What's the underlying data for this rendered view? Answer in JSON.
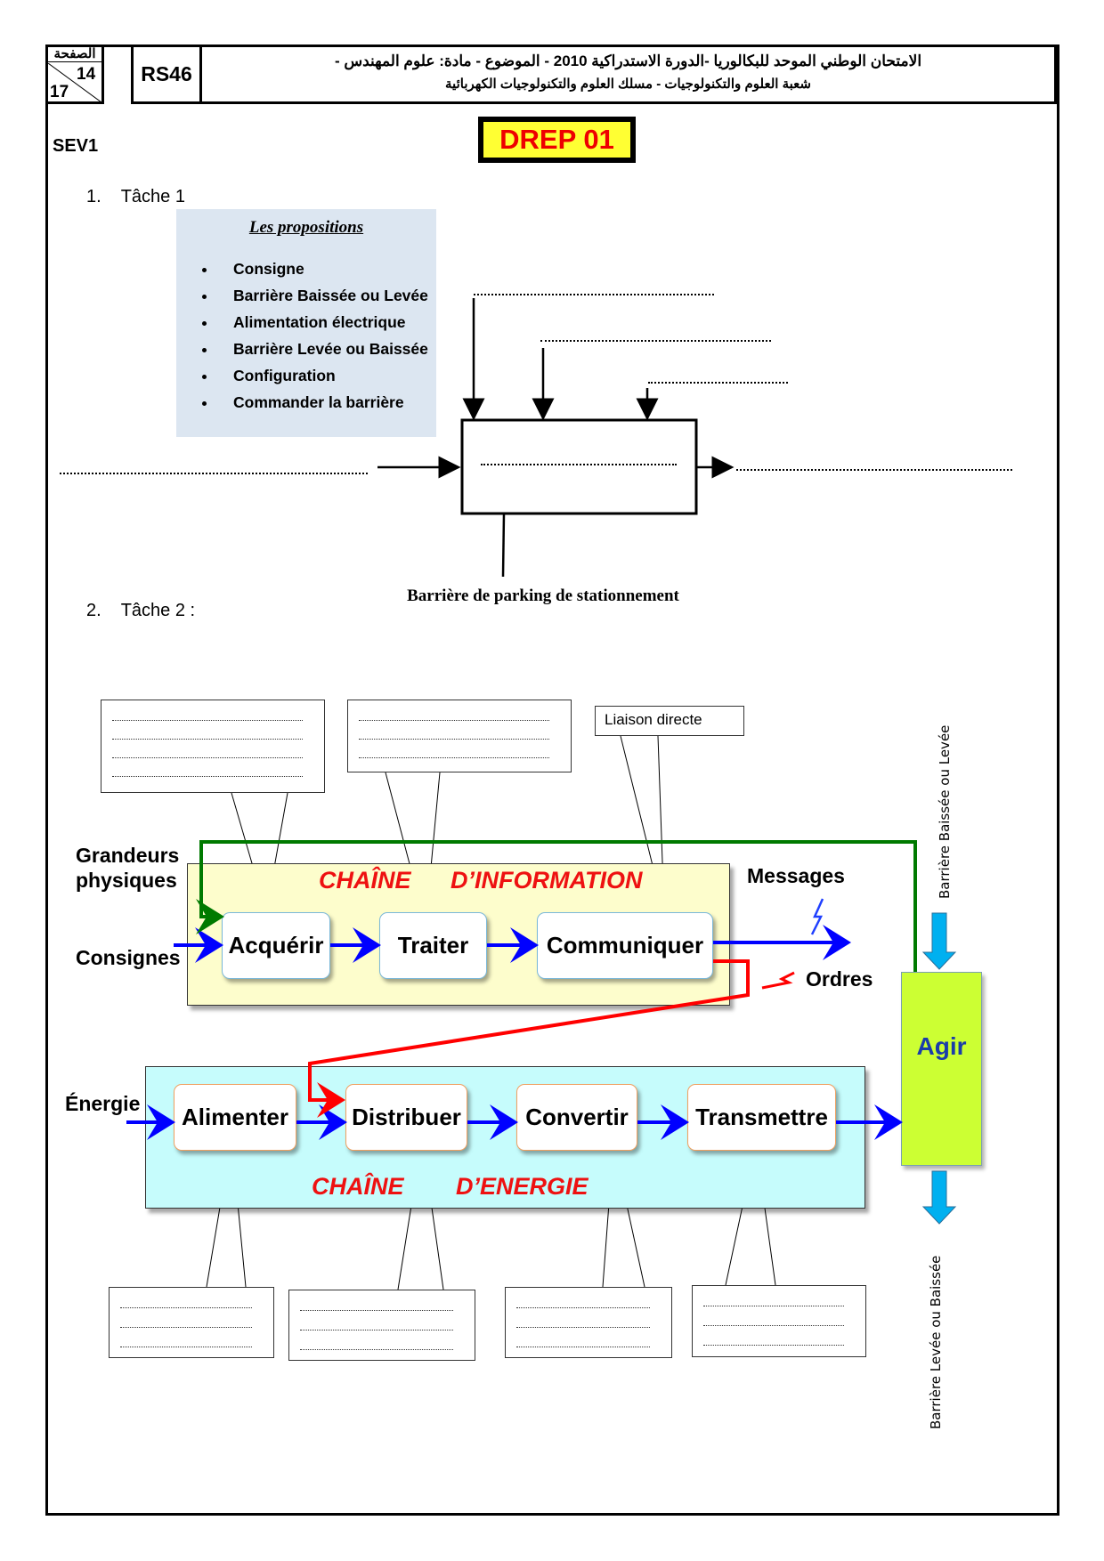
{
  "header": {
    "page_label": "الصفحة",
    "page_number": "14",
    "page_total": "17",
    "code": "RS46",
    "title_line1": "الامتحان الوطني الموحد للبكالوريا -الدورة الاستدراكية 2010 - الموضوع - مادة: علوم المهندس -",
    "title_line2": "شعبة العلوم والتكنولوجيات - مسلك العلوم والتكنولوجيات الكهربائية",
    "session": "SEV1",
    "doc_ref": "DREP 01"
  },
  "task1": {
    "number": "1.",
    "title": "Tâche 1",
    "propositions_title": "Les propositions",
    "propositions": [
      "Consigne",
      "Barrière  Baissée ou Levée",
      "Alimentation électrique",
      "Barrière Levée ou Baissée",
      "Configuration",
      "Commander la barrière"
    ],
    "system_label": "Barrière de parking de stationnement"
  },
  "task2": {
    "number": "2.",
    "title": "Tâche 2 :",
    "liaison": "Liaison directe",
    "inputs": {
      "grandeurs": "Grandeurs physiques",
      "consignes": "Consignes",
      "energie": "Énergie"
    },
    "info_chain": {
      "title_a": "CHAÎNE",
      "title_b": "D’INFORMATION",
      "functions": [
        "Acquérir",
        "Traiter",
        "Communiquer"
      ]
    },
    "energy_chain": {
      "title_a": "CHAÎNE",
      "title_b": "D’ENERGIE",
      "functions": [
        "Alimenter",
        "Distribuer",
        "Convertir",
        "Transmettre"
      ]
    },
    "messages": "Messages",
    "ordres": "Ordres",
    "agir": "Agir",
    "matter_in": "Barrière  Baissée ou Levée",
    "matter_out": "Barrière  Levée ou Baissée"
  },
  "colors": {
    "info_bg": "#fdfdcc",
    "energy_bg": "#c6fcfc",
    "agir_bg": "#ccff33",
    "flow_blue": "#0000ff",
    "order_red": "#ff0000",
    "feedback_green": "#007a00",
    "title_red": "#ee1111",
    "drep_bg": "#ffff33",
    "prop_bg": "#dce6f1"
  }
}
